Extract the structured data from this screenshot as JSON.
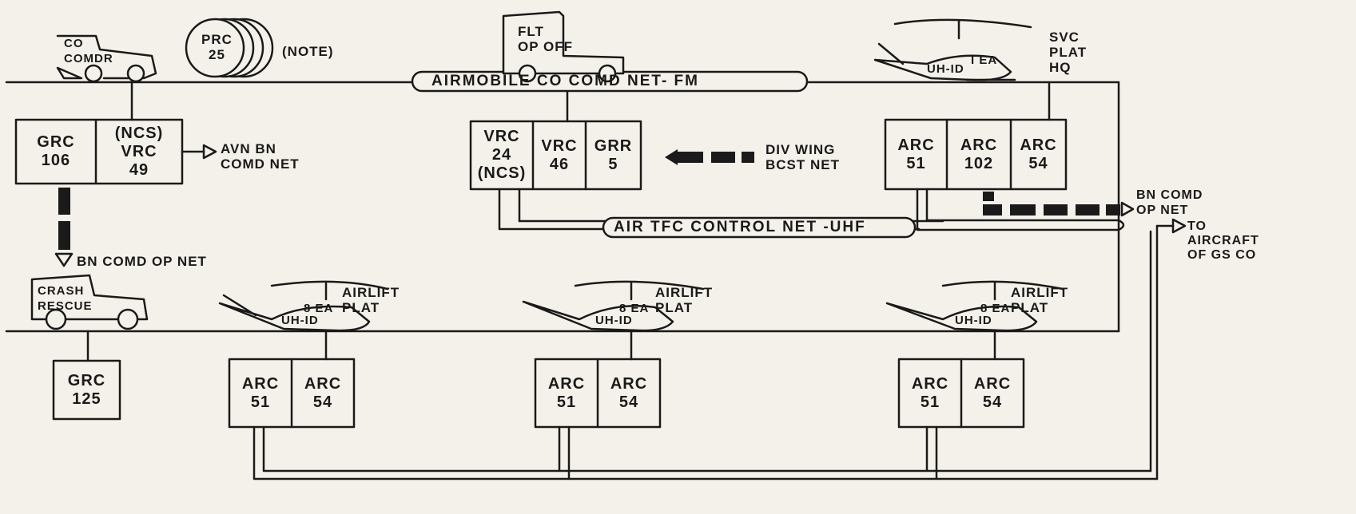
{
  "diagram": {
    "nets": {
      "co_comd": "AIRMOBILE CO COMD NET- FM",
      "air_tfc": "AIR TFC CONTROL NET -UHF"
    },
    "vehicles": {
      "co_comdr": "CO\nCOMDR",
      "prc": "PRC\n25",
      "note": "(NOTE)",
      "flt_op_off": "FLT\nOP OFF",
      "crash_rescue": "CRASH\nRESCUE"
    },
    "helicopters": {
      "svc": {
        "type": "UH-ID",
        "count": "I EA",
        "label": "SVC\nPLAT\nHQ"
      },
      "airlift1": {
        "type": "UH-ID",
        "count": "8 EA",
        "label": "AIRLIFT\nPLAT"
      },
      "airlift2": {
        "type": "UH-ID",
        "count": "8 EA",
        "label": "AIRLIFT\nPLAT"
      },
      "airlift3": {
        "type": "UH-ID",
        "count": "8 EA",
        "label": "AIRLIFT\nPLAT"
      }
    },
    "radios": {
      "grc106": "GRC\n106",
      "vrc49": "(NCS)\nVRC\n49",
      "vrc24": "VRC\n24\n(NCS)",
      "vrc46": "VRC\n46",
      "grr5": "GRR\n5",
      "arc51_svc": "ARC\n51",
      "arc102": "ARC\n102",
      "arc54_svc": "ARC\n54",
      "grc125": "GRC\n125",
      "arc51_a1": "ARC\n51",
      "arc54_a1": "ARC\n54",
      "arc51_a2": "ARC\n51",
      "arc54_a2": "ARC\n54",
      "arc51_a3": "ARC\n51",
      "arc54_a3": "ARC\n54"
    },
    "external": {
      "avn_bn": "AVN BN\nCOMD NET",
      "div_wing": "DIV WING\nBCST NET",
      "bn_comd_op_net_left": "BN COMD OP NET",
      "bn_comd_op_net_right": "BN COMD\nOP NET",
      "to_aircraft": "TO\nAIRCRAFT\nOF GS CO"
    }
  }
}
